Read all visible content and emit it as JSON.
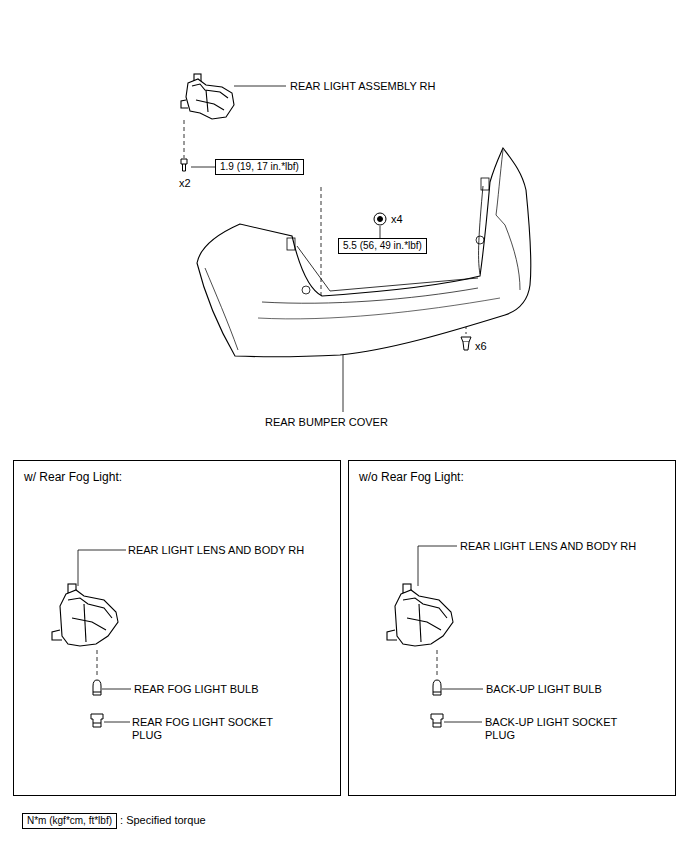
{
  "diagram": {
    "nodes": [
      {
        "text": [
          "1.9 (19, 17 in.*lbf)"
        ]
      },
      {
        "text": [
          "5.5 (56, 49 in.*lbf)"
        ]
      },
      {
        "text": [
          "w/ Rear Fog Light:"
        ]
      },
      {
        "text": [
          "w/o Rear Fog Light:"
        ]
      },
      {
        "text": [
          "N*m (kgf*cm, ft*lbf)"
        ]
      }
    ],
    "labels": [
      "REAR LIGHT ASSEMBLY RH",
      "x2",
      "x4",
      "x6",
      "REAR BUMPER COVER",
      "REAR LIGHT LENS AND BODY RH",
      "REAR FOG LIGHT BULB",
      "REAR FOG LIGHT SOCKET PLUG",
      "REAR LIGHT LENS AND BODY RH",
      "BACK-UP LIGHT BULB",
      "BACK-UP LIGHT SOCKET PLUG",
      ": Specified torque"
    ]
  }
}
